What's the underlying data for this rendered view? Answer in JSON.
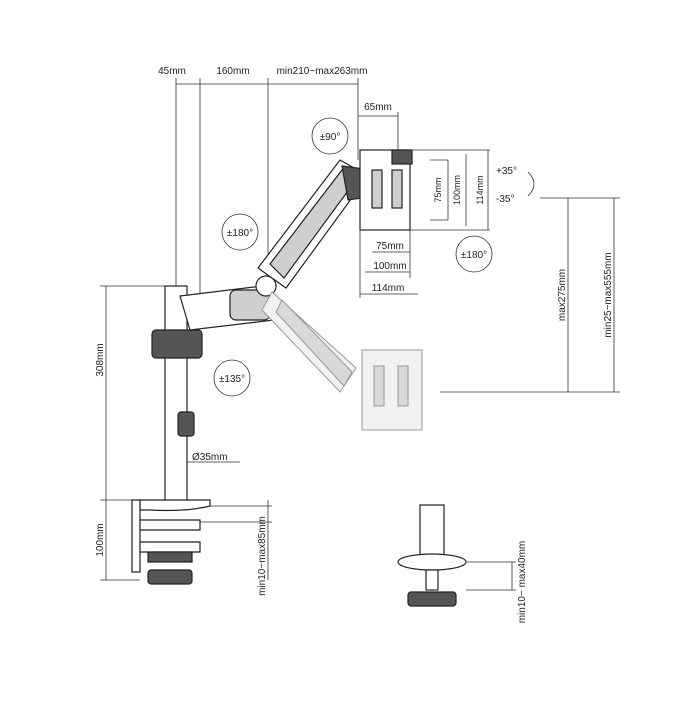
{
  "dimensions": {
    "pole_offset": "45mm",
    "arm1_length": "160mm",
    "arm2_length": "min210~max263mm",
    "plate_depth": "65mm",
    "tilt": "+35°",
    "tilt_neg": "-35°",
    "vesa_75_h": "75mm",
    "vesa_100_h": "100mm",
    "vesa_114_h": "114mm",
    "vesa_75_w": "75mm",
    "vesa_100_w": "100mm",
    "vesa_114_w": "114mm",
    "max_height": "max275mm",
    "range_height": "min25~max555mm",
    "pole_height": "308mm",
    "pole_diameter": "Ø35mm",
    "clamp_height": "100mm",
    "clamp_range": "min10~max85mm",
    "grommet_range": "min10~ max40mm"
  },
  "rotations": {
    "swivel_top": "±90°",
    "arm_joint": "±180°",
    "plate_rotate": "±180°",
    "base_swivel": "±135°"
  }
}
